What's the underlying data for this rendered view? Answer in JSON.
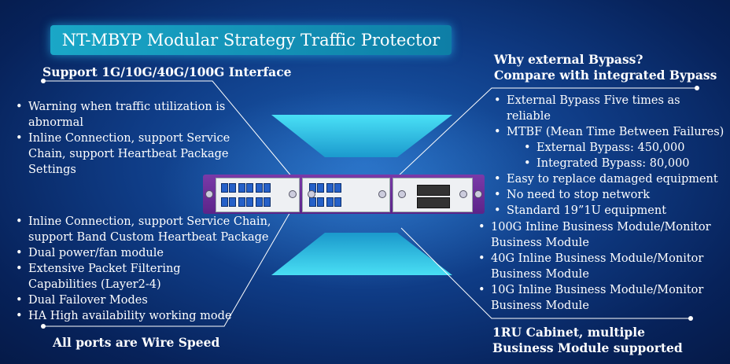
{
  "title": "NT-MBYP Modular Strategy Traffic Protector",
  "left_top": {
    "heading": "Support 1G/10G/40G/100G Interface",
    "items": [
      "Warning when traffic utilization is abnormal",
      "Inline Connection, support Service Chain, support Heartbeat Package Settings"
    ]
  },
  "left_bottom": {
    "heading": "All ports are Wire Speed",
    "items": [
      "Inline Connection, support Service Chain, support Band Custom Heartbeat Package",
      "Dual power/fan module",
      "Extensive Packet Filtering Capabilities (Layer2-4)",
      "Dual Failover Modes",
      "HA High availability working mode"
    ]
  },
  "right_top": {
    "heading_line1": "Why external Bypass?",
    "heading_line2": "Compare with integrated Bypass",
    "items": [
      "External Bypass Five times as reliable",
      "MTBF (Mean Time Between Failures)"
    ],
    "sub_items": [
      "External Bypass: 450,000",
      "Integrated Bypass: 80,000"
    ],
    "items_after": [
      "Easy to replace damaged equipment",
      "No need to stop network",
      "Standard 19”1U equipment"
    ]
  },
  "right_bottom": {
    "heading_line1": "1RU Cabinet, multiple",
    "heading_line2": "Business Module supported",
    "items": [
      "100G Inline Business Module/Monitor Business Module",
      "40G Inline Business Module/Monitor Business Module",
      "10G Inline Business Module/Monitor Business Module"
    ]
  },
  "colors": {
    "background": "#0f3c86",
    "title_bar": "#1aa7c7",
    "prism": "#33e0f0",
    "chassis": "#6a2d99"
  }
}
